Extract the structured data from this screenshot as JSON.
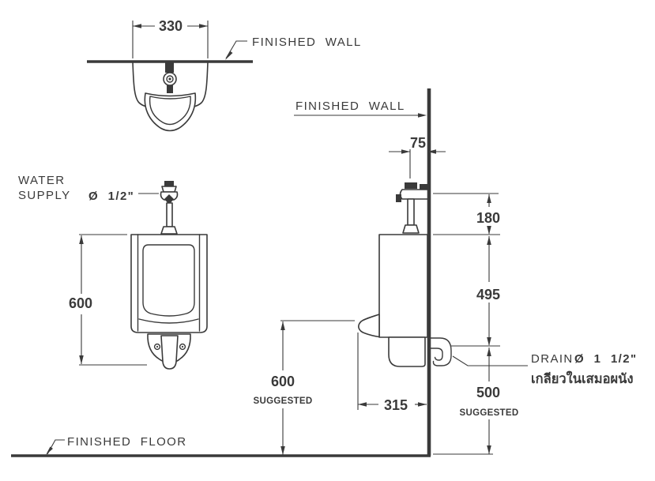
{
  "colors": {
    "line": "#3a3a3a",
    "background": "#ffffff"
  },
  "views": {
    "top": {
      "width_dim": "330",
      "wall_label": "FINISHED WALL"
    },
    "front": {
      "water_supply_line1": "WATER",
      "water_supply_line2": "SUPPLY",
      "water_supply_size": "Ø 1/2\"",
      "height_dim": "600"
    },
    "side": {
      "wall_label": "FINISHED WALL",
      "valve_offset_dim": "75",
      "valve_height_dim": "180",
      "body_height_dim": "495",
      "rim_height_dim": "600",
      "rim_height_note": "SUGGESTED",
      "depth_dim": "315",
      "drain_height_dim": "500",
      "drain_height_note": "SUGGESTED",
      "drain_label": "DRAIN",
      "drain_size": "Ø 1 1/2\"",
      "drain_note_thai": "เกลียวในเสมอผนัง"
    },
    "floor_label": "FINISHED FLOOR"
  }
}
